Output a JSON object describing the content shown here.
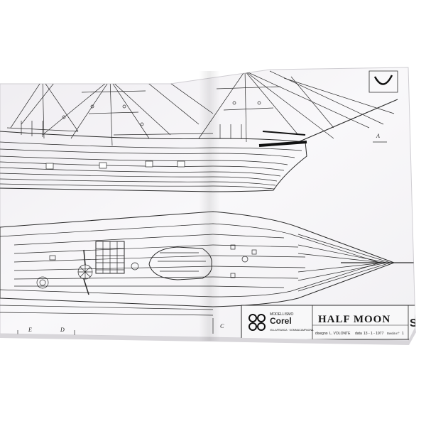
{
  "title_block": {
    "brand_small": "MODELLISMO",
    "brand_name": "Corel",
    "brand_sub": "VILLAFRANCA · SOMMACAMPAGNA",
    "ship_name": "HALF MOON",
    "designer_label": "disegno",
    "designer": "L. VOLONTE",
    "date_label": "data",
    "date": "13 - 1 - 1977",
    "sheet_label": "tavola n°",
    "sheet_number": "1",
    "corner_mark": "St"
  },
  "section_letters": {
    "a": "A",
    "c": "C",
    "d": "D",
    "e": "E"
  },
  "colors": {
    "paper": "#f7f6f8",
    "paper_shadow": "#d8d6da",
    "ink": "#2a2a2a",
    "background": "#ffffff"
  }
}
